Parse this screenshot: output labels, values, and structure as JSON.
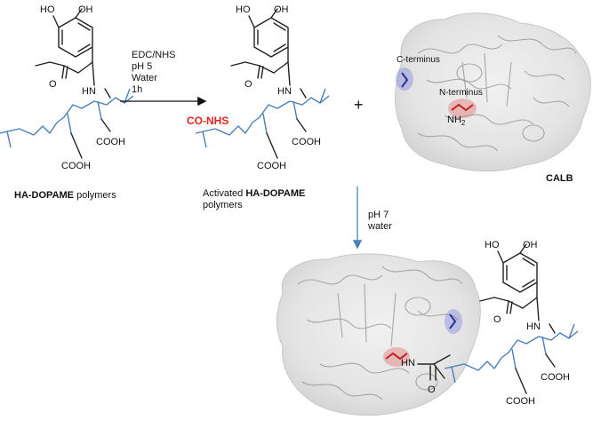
{
  "labels": {
    "ho_left": "HO",
    "oh": "OH",
    "o": "O",
    "nh": "HN",
    "cooh": "COOH",
    "conhs": "CO-NHS",
    "nh2": "NH",
    "nh2_sub": "2",
    "hn_link": "HN"
  },
  "captions": {
    "ha_dopame_bold": "HA-DOPAME",
    "ha_dopame_rest": " polymers",
    "activated_prefix": "Activated ",
    "activated_bold": "HA-DOPAME",
    "activated_line2": "polymers",
    "calb": "CALB"
  },
  "reaction1": {
    "line1": "EDC/NHS",
    "line2": "pH 5",
    "line3": "Water",
    "line4": "1h"
  },
  "plus": "+",
  "reaction2": {
    "line1": "pH 7",
    "line2": "water"
  },
  "protein": {
    "c_terminus": "C-terminus",
    "n_terminus": "N-terminus"
  },
  "colors": {
    "chain": "#4a7fb8",
    "activated": "#e8231f",
    "n_highlight": "#e06a6a",
    "c_highlight": "#6a72d8",
    "protein_fill": "#e3e3e3"
  }
}
